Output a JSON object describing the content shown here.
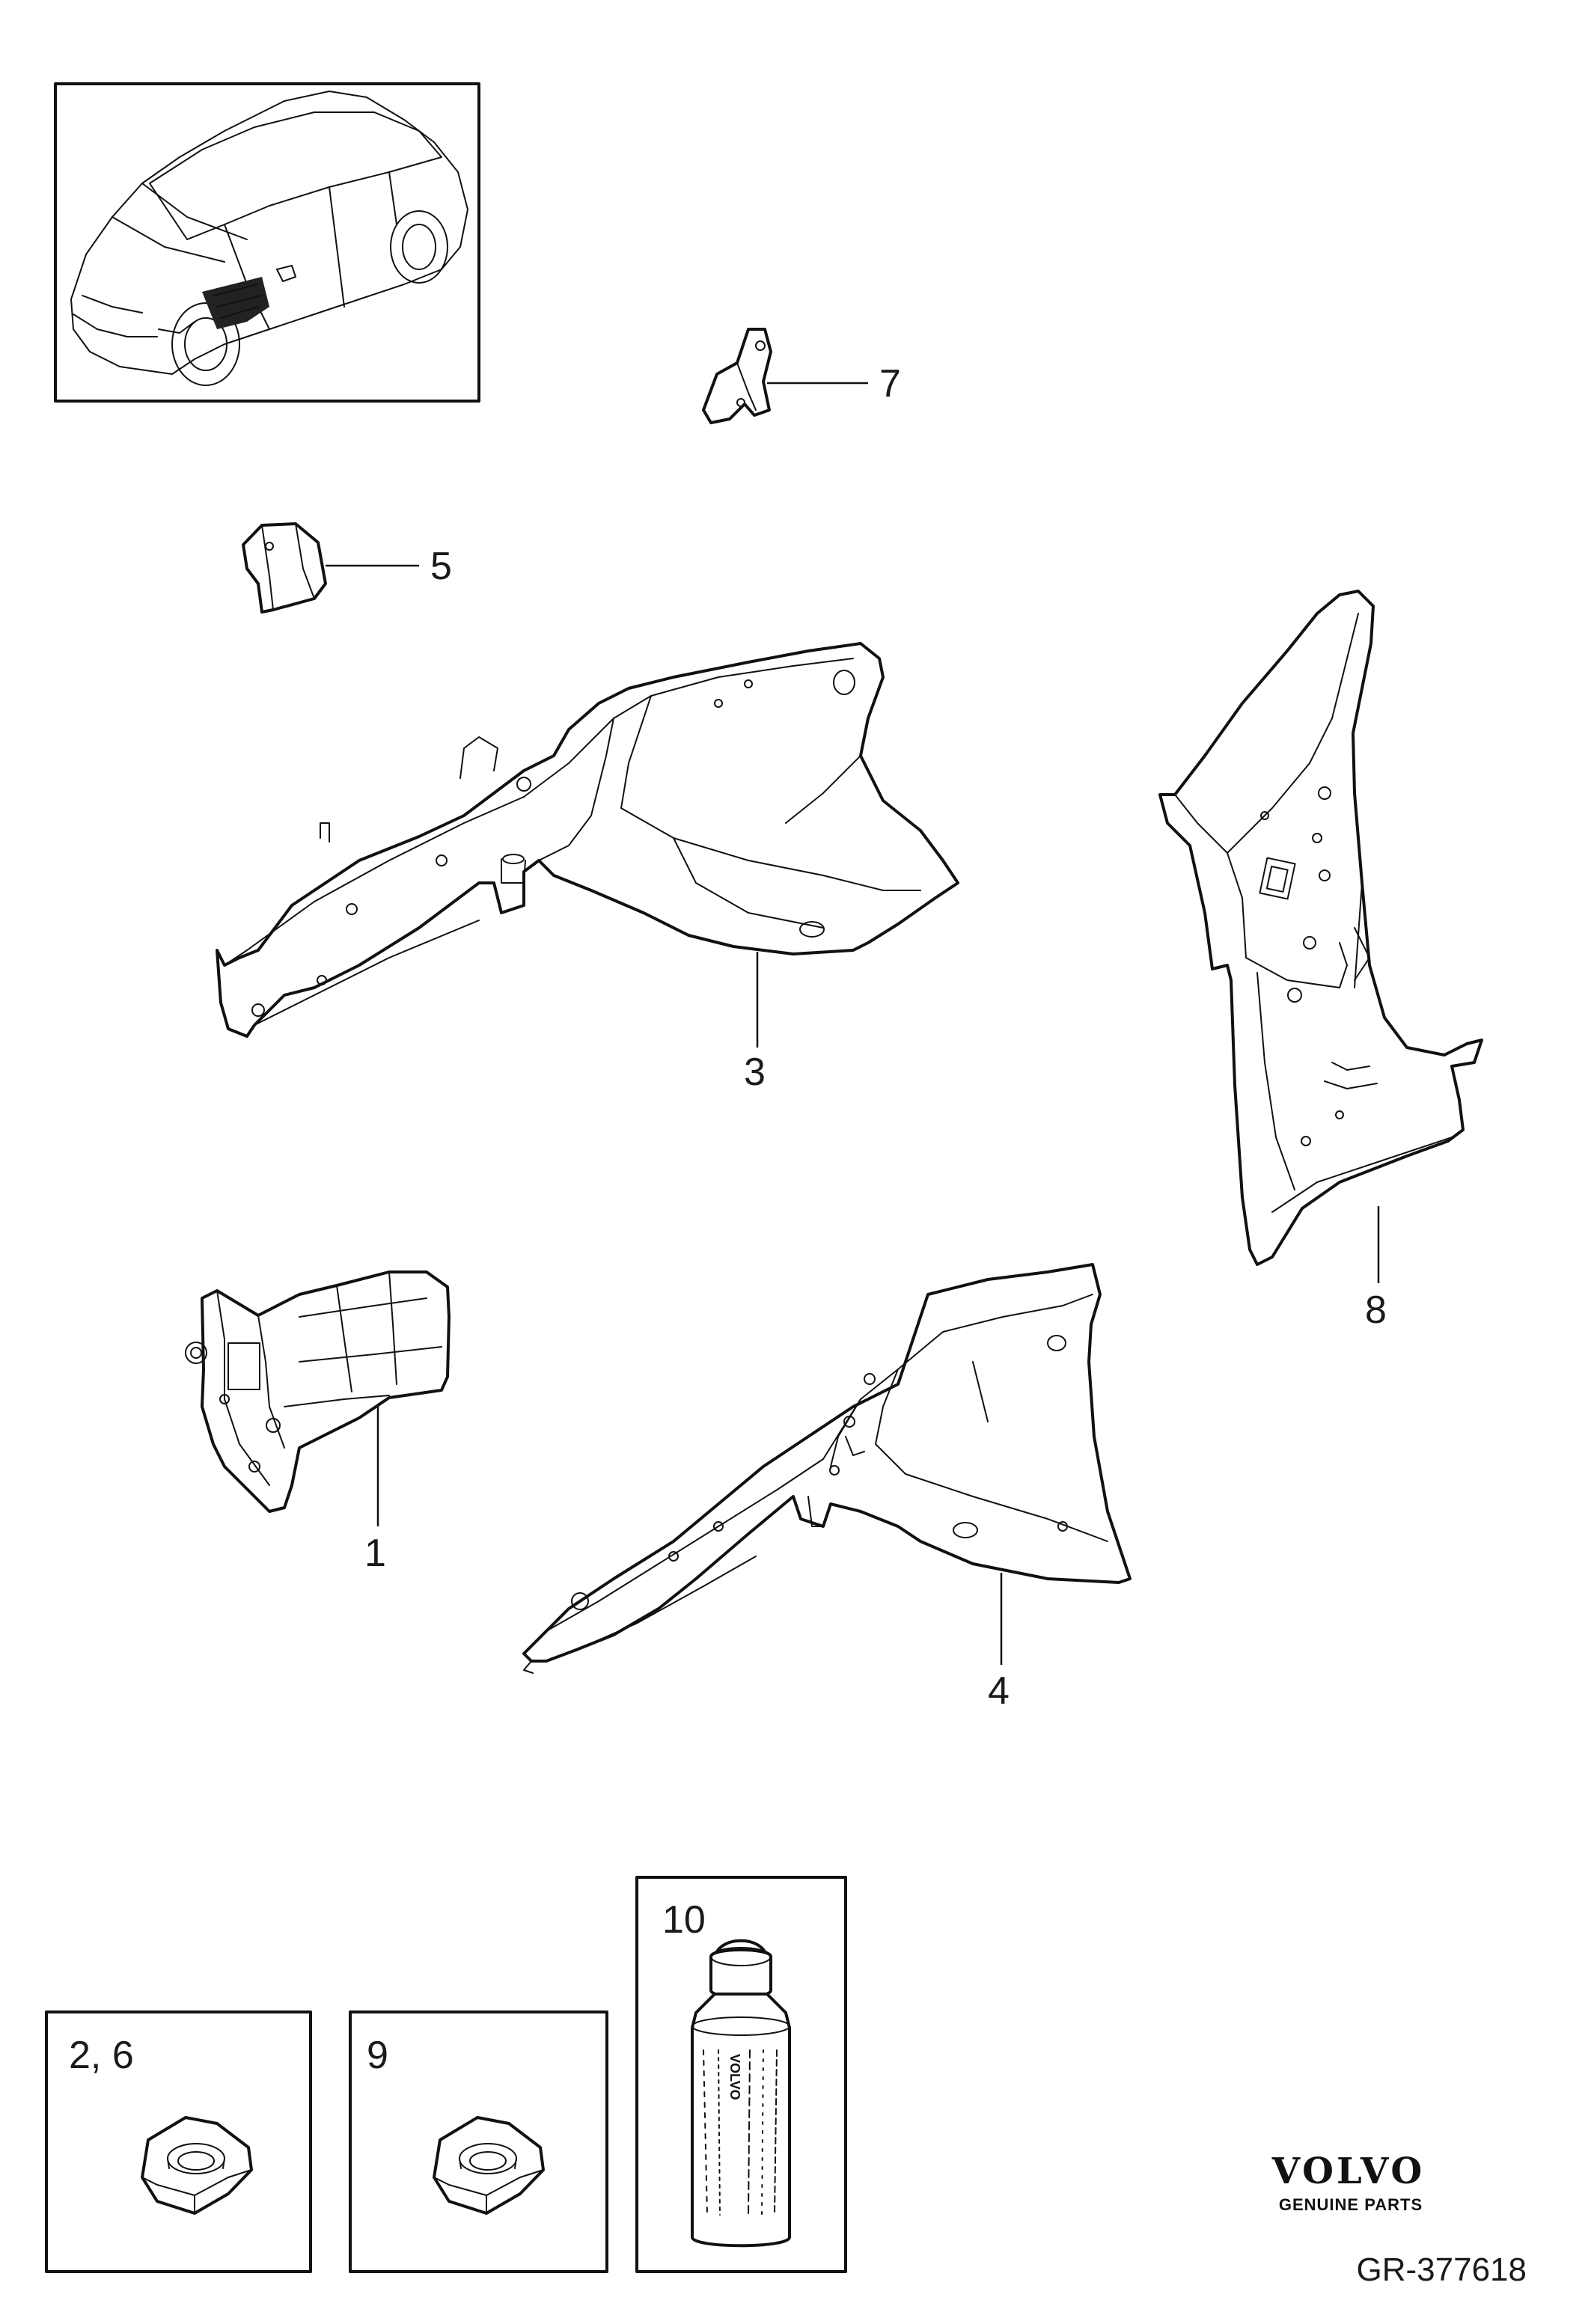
{
  "callouts": {
    "c1": "1",
    "c3": "3",
    "c4": "4",
    "c5": "5",
    "c7": "7",
    "c8": "8",
    "c26": "2, 6",
    "c9": "9",
    "c10": "10"
  },
  "branding": {
    "logo": "VOLVO",
    "sub": "GENUINE PARTS",
    "diagram_number": "GR-377618"
  },
  "bottle_label": {
    "brand": "VOLVO"
  }
}
